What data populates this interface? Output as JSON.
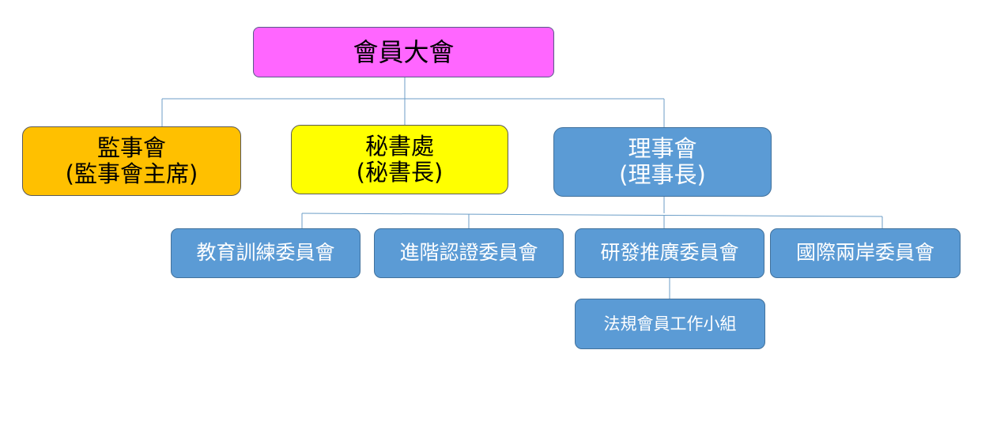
{
  "root": {
    "label": "會員大會"
  },
  "level1": {
    "supervisors": {
      "line1": "監事會",
      "line2": "(監事會主席)"
    },
    "secretariat": {
      "line1": "秘書處",
      "line2": "(秘書長)"
    },
    "board": {
      "line1": "理事會",
      "line2": "(理事長)"
    }
  },
  "committees": [
    {
      "label": "教育訓練委員會"
    },
    {
      "label": "進階認證委員會"
    },
    {
      "label": "研發推廣委員會"
    },
    {
      "label": "國際兩岸委員會"
    }
  ],
  "subgroup": {
    "label": "法規會員工作小組"
  },
  "colors": {
    "root_fill": "#ff66ff",
    "supervisors_fill": "#ffc000",
    "secretariat_fill": "#ffff00",
    "board_fill": "#5b9bd5",
    "committee_fill": "#5b9bd5",
    "connector": "#6c9ec7"
  }
}
